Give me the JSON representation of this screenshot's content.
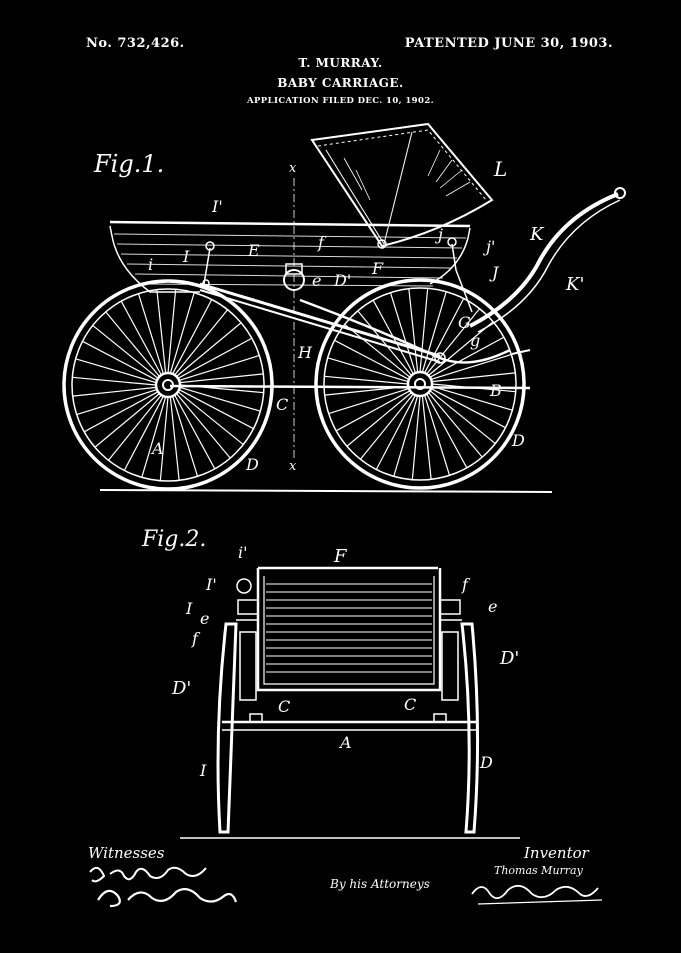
{
  "header": {
    "patent_number": "No. 732,426.",
    "patent_date": "PATENTED JUNE 30, 1903.",
    "inventor": "T. MURRAY.",
    "title": "BABY CARRIAGE.",
    "application": "APPLICATION FILED DEC. 10, 1902."
  },
  "figures": {
    "fig1_label": "Fig.1.",
    "fig2_label": "Fig.2."
  },
  "fig1_letters": {
    "x_top": "x",
    "x_bottom": "x",
    "I1": "I'",
    "I": "I",
    "i": "i",
    "E": "E",
    "f": "f",
    "e": "e",
    "D1": "D'",
    "F": "F",
    "j": "j",
    "j1": "j'",
    "J": "J",
    "L": "L",
    "K": "K",
    "K1": "K'",
    "G": "G",
    "g": "g",
    "H": "H",
    "C": "C",
    "B": "B",
    "A": "A",
    "D_front": "D",
    "D_rear": "D"
  },
  "fig2_letters": {
    "F": "F",
    "i1": "i'",
    "I1": "I'",
    "I": "I",
    "e_left": "e",
    "f_left": "f",
    "D1_left": "D'",
    "f_right": "f",
    "e_right": "e",
    "D1_right": "D'",
    "C_left": "C",
    "C_right": "C",
    "A": "A",
    "I_bottom": "I",
    "D": "D"
  },
  "footer": {
    "witnesses_label": "Witnesses",
    "inventor_label": "Inventor",
    "inventor_name": "Thomas Murray",
    "attorneys_label": "By his Attorneys"
  }
}
